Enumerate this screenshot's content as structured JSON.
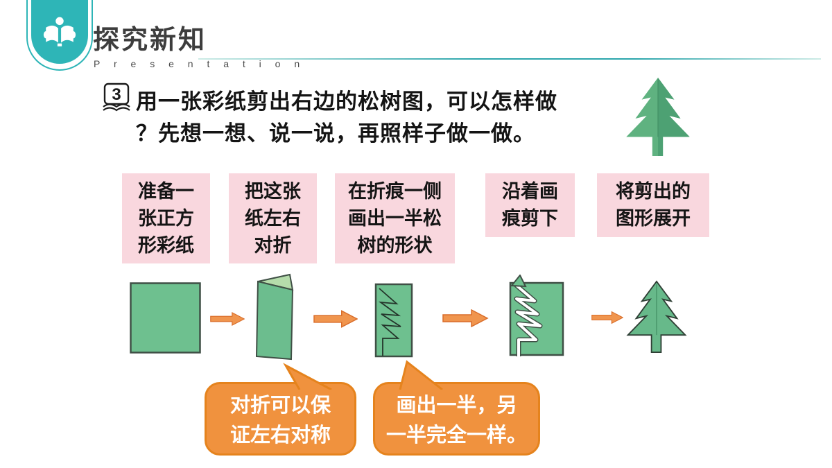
{
  "header": {
    "title": "探究新知",
    "subtitle": "P r e s e n t a t i o n",
    "icon": "reading-book-icon"
  },
  "question": {
    "badge_number": "3",
    "line1": "用一张彩纸剪出右边的松树图，可以怎样做",
    "line2": "？先想一想、说一说，再照样子做一做。"
  },
  "steps": [
    {
      "text": "准备一\n张正方\n形彩纸"
    },
    {
      "text": "把这张\n纸左右\n对折"
    },
    {
      "text": "在折痕一侧\n画出一半松\n树的形状"
    },
    {
      "text": "沿着画\n痕剪下"
    },
    {
      "text": "将剪出的\n图形展开"
    }
  ],
  "process_shapes": [
    "square-paper",
    "folded-paper",
    "drawn-half-tree",
    "cut-half-tree",
    "unfolded-tree"
  ],
  "bubbles": [
    {
      "text": "对折可以保\n证左右对称"
    },
    {
      "text": "画出一半，另\n一半完全一样。"
    }
  ],
  "colors": {
    "teal": "#2eb5b7",
    "pink": "#f9d7de",
    "paper_green": "#6ec08f",
    "fold_light_green": "#b5dcab",
    "tree_green_left": "#5fb280",
    "tree_green_right": "#4da173",
    "outline_dark": "#3f4f45",
    "arrow_fill": "#f0954e",
    "arrow_border": "#d96d2a",
    "bubble_fill": "#f0923e",
    "bubble_border": "#e5831d",
    "text_dark": "#141414"
  }
}
